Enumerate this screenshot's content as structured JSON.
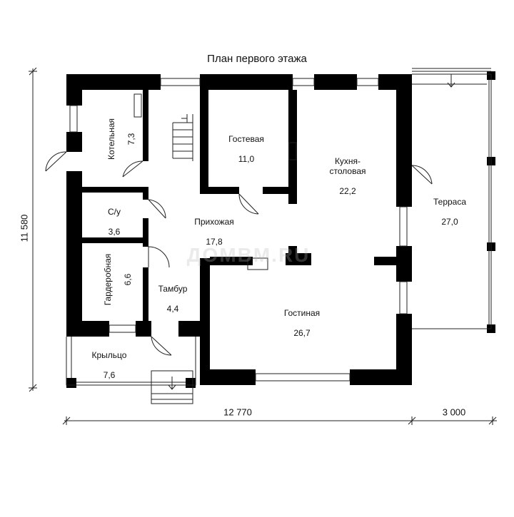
{
  "title": "План первого этажа",
  "watermark": "ДОМВМ.RU",
  "rooms": [
    {
      "id": "boiler",
      "name": "Котельная",
      "area": "7,3"
    },
    {
      "id": "guest",
      "name": "Гостевая",
      "area": "11,0"
    },
    {
      "id": "kitchen",
      "name": "Кухня-\nстоловая",
      "area": "22,2"
    },
    {
      "id": "terrace",
      "name": "Терраса",
      "area": "27,0"
    },
    {
      "id": "wc",
      "name": "С/у",
      "area": "3,6"
    },
    {
      "id": "hall",
      "name": "Прихожая",
      "area": "17,8"
    },
    {
      "id": "wardrobe",
      "name": "Гардеробная",
      "area": "6,6"
    },
    {
      "id": "vestibule",
      "name": "Тамбур",
      "area": "4,4"
    },
    {
      "id": "living",
      "name": "Гостиная",
      "area": "26,7"
    },
    {
      "id": "porch",
      "name": "Крыльцо",
      "area": "7,6"
    }
  ],
  "dimensions": {
    "width_main": "12 770",
    "width_terrace": "3 000",
    "height": "11 580"
  },
  "colors": {
    "wall": "#000000",
    "line": "#222222",
    "window": "#ffffff"
  }
}
